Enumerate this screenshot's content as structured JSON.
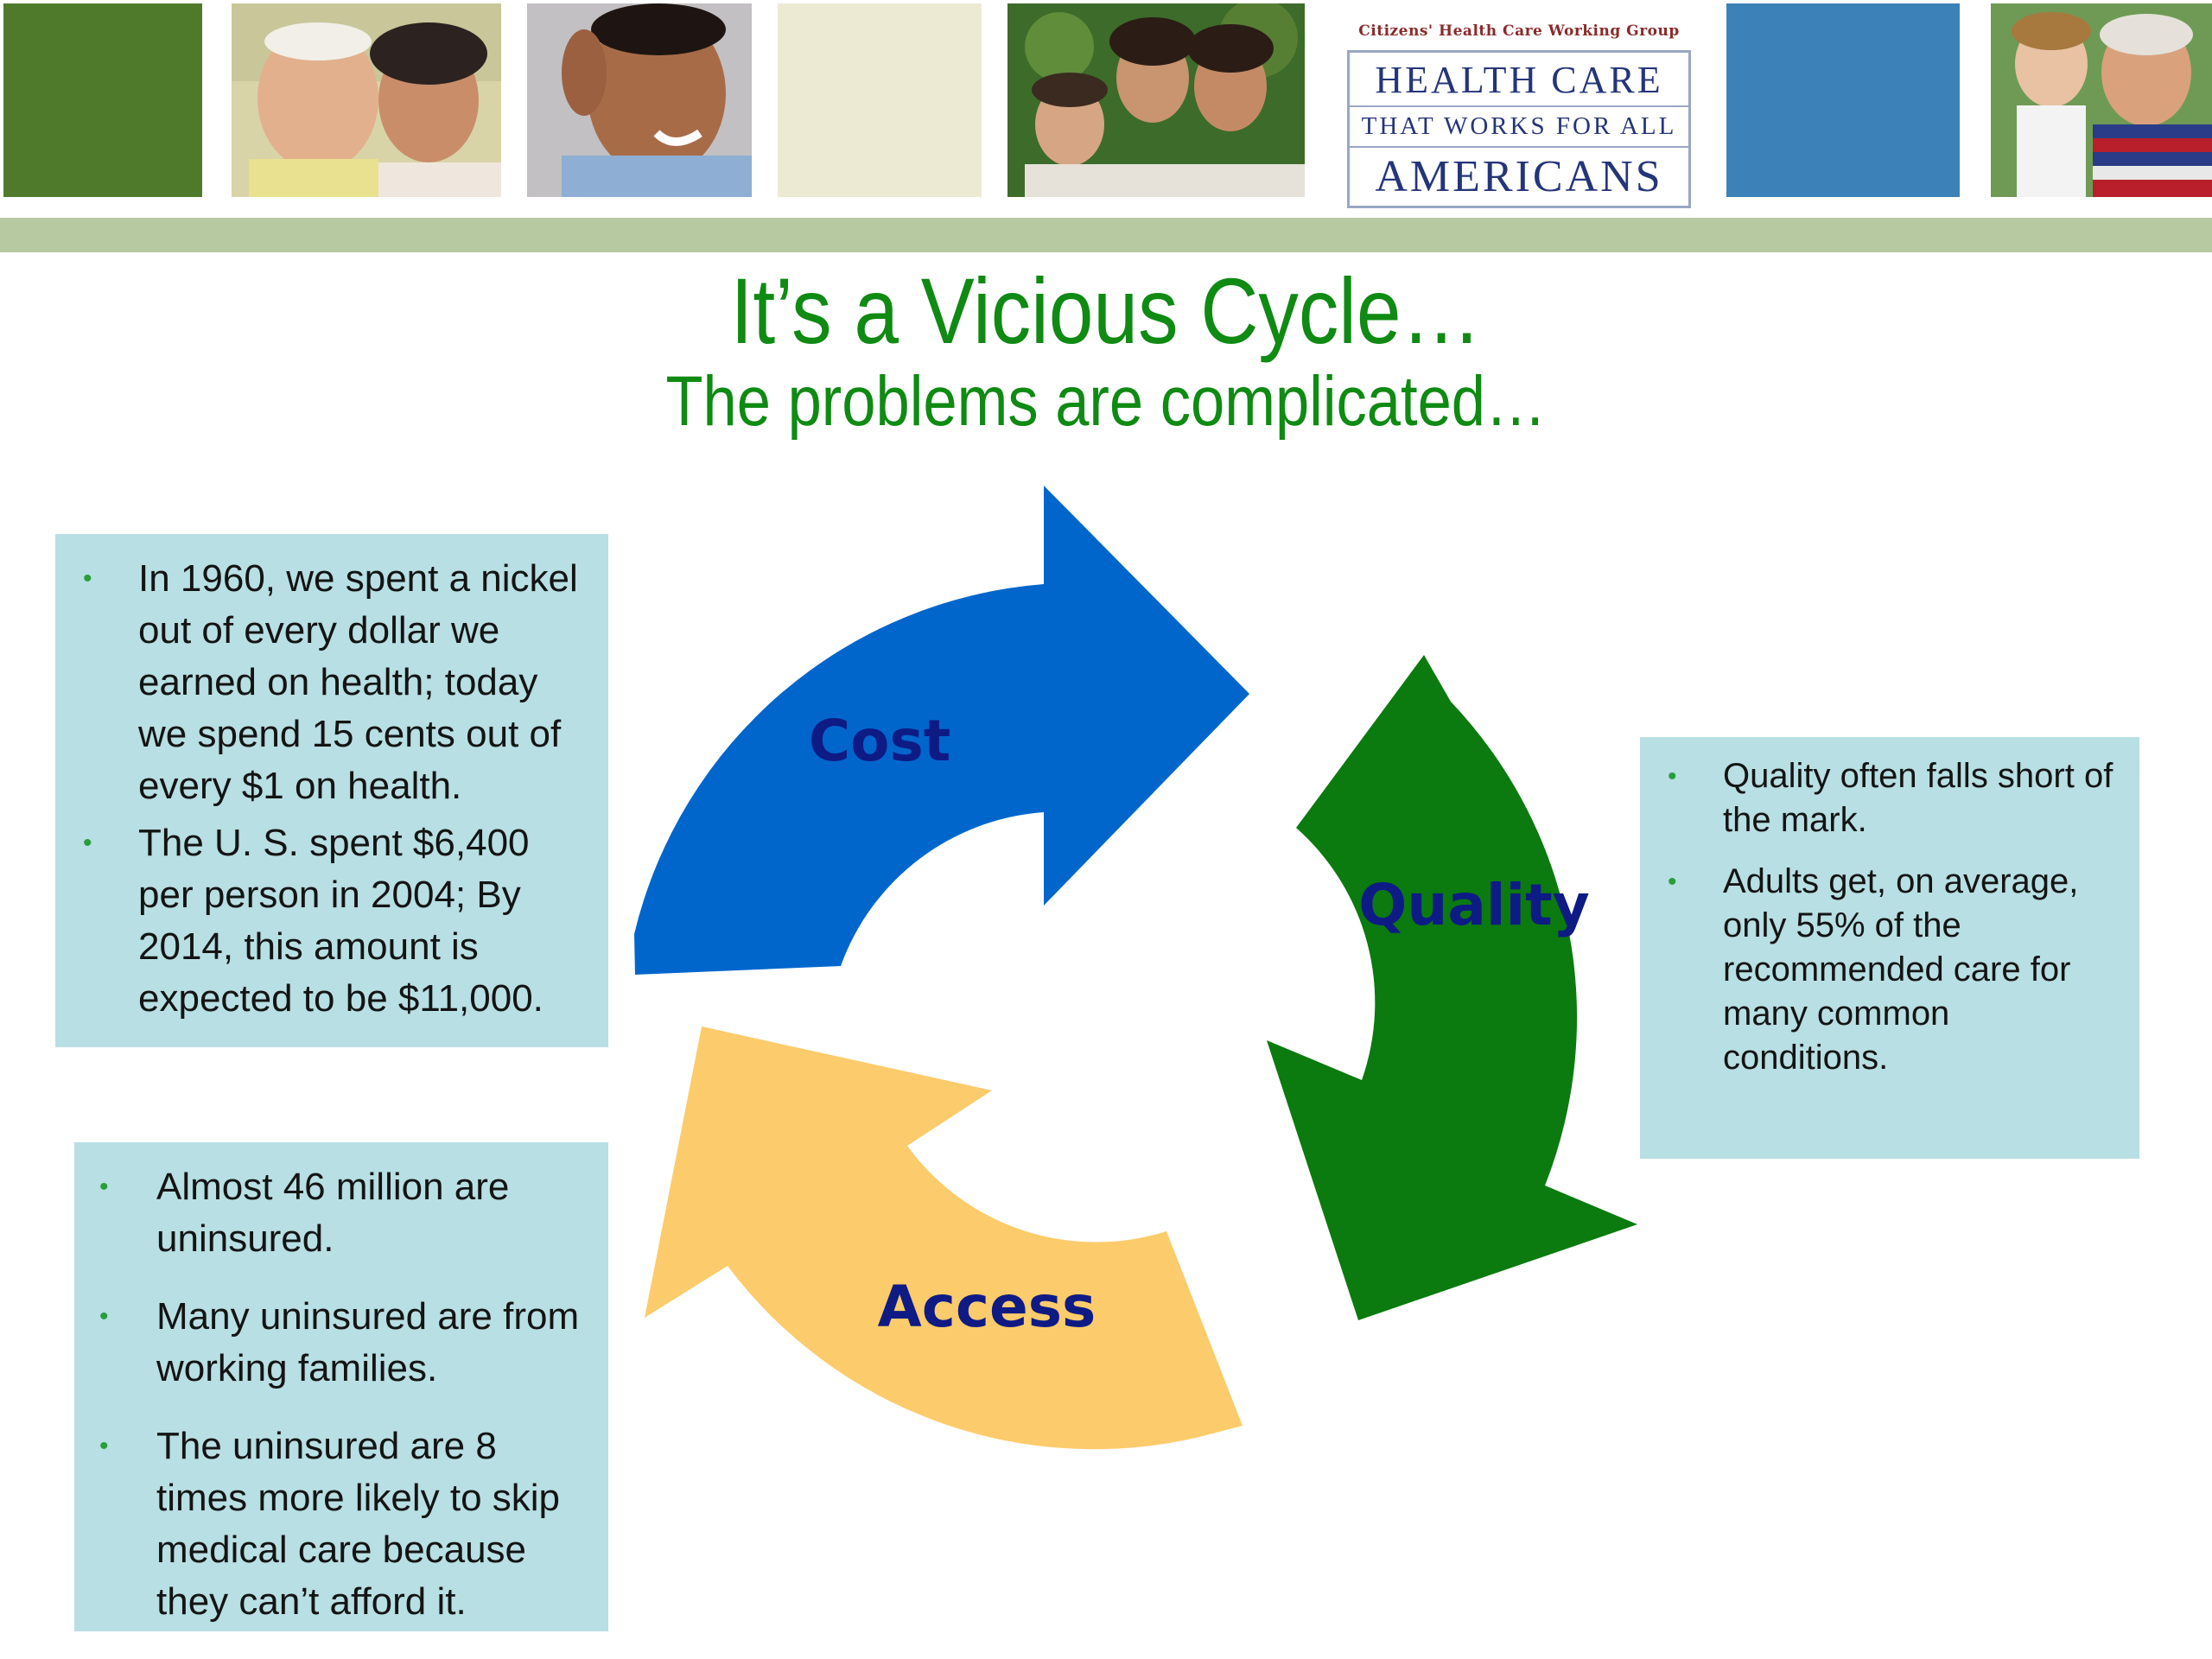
{
  "banner": {
    "colors": {
      "green": "#4f7a2b",
      "cream": "#ecead3",
      "blue": "#3c82b8",
      "stripe": "#b7c9a1"
    },
    "logo": {
      "top_line": "Citizens' Health Care Working Group",
      "line1": "HEALTH CARE",
      "line2": "THAT WORKS FOR ALL",
      "line3": "AMERICANS"
    }
  },
  "title": "It’s a Vicious Cycle…",
  "subtitle": "The problems are complicated…",
  "cycle": {
    "cost": "Cost",
    "quality": "Quality",
    "access": "Access",
    "colors": {
      "cost": "#0066cc",
      "quality": "#0b7a0f",
      "access": "#fccb6b",
      "label": "#0e1b85"
    }
  },
  "cost_box": {
    "items": [
      "In 1960, we spent a nickel out of every dollar we earned on health; today we spend 15 cents out of every $1 on health.",
      "The U. S. spent $6,400 per person in 2004; By 2014, this amount is expected to be $11,000."
    ]
  },
  "access_box": {
    "items": [
      "Almost 46 million are uninsured.",
      "Many uninsured are from working families.",
      "The uninsured are 8 times more likely to skip medical care because they can’t afford it."
    ]
  },
  "quality_box": {
    "items": [
      "Quality often falls short of the mark.",
      "Adults get, on average, only 55% of the recommended care for many common conditions."
    ]
  },
  "box_color": "#b8dfe3"
}
